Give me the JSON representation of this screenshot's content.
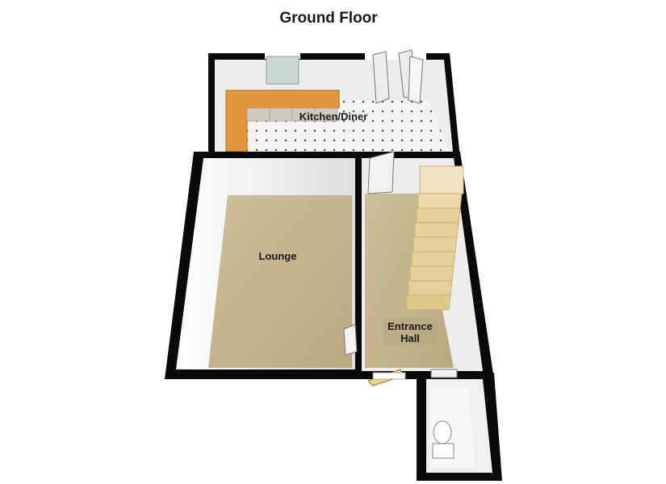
{
  "title": "Ground Floor",
  "rooms": {
    "kitchen": "Kitchen/Diner",
    "lounge": "Lounge",
    "hall_line1": "Entrance",
    "hall_line2": "Hall"
  },
  "colors": {
    "wall": "#0a0a0a",
    "carpet": "#c2b38c",
    "kitchen_floor": "#f2f2f2",
    "worktop": "#e2963c",
    "cabinet": "#cfcac0",
    "stairs": "#e7cf98",
    "inner_wall": "#ededed",
    "background": "#ffffff"
  }
}
